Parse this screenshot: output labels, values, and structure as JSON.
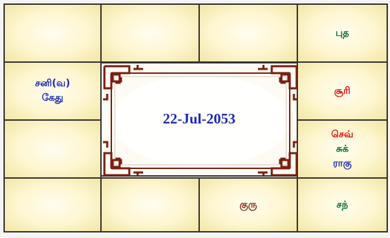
{
  "chart": {
    "date": "22-Jul-2053",
    "houses": [
      {
        "id": "h1",
        "planets": []
      },
      {
        "id": "h2",
        "planets": []
      },
      {
        "id": "h3",
        "planets": []
      },
      {
        "id": "h4",
        "planets": [
          {
            "label": "புத",
            "color": "#0d6b2e"
          }
        ]
      },
      {
        "id": "h5",
        "planets": [
          {
            "label": "சனி(வ)",
            "color": "#1d2bb6"
          },
          {
            "label": "கேது",
            "color": "#1d2bb6"
          }
        ]
      },
      {
        "id": "h6",
        "planets": [
          {
            "label": "சூரி",
            "color": "#e01010"
          }
        ]
      },
      {
        "id": "h7",
        "planets": []
      },
      {
        "id": "h8",
        "planets": [
          {
            "label": "செவ்",
            "color": "#e01010"
          },
          {
            "label": "சுக்",
            "color": "#0d6b2e"
          },
          {
            "label": "ராகு",
            "color": "#1d2bb6"
          }
        ]
      },
      {
        "id": "h9",
        "planets": []
      },
      {
        "id": "h10",
        "planets": []
      },
      {
        "id": "h11",
        "planets": [
          {
            "label": "குரு",
            "color": "#8b2a1a"
          }
        ]
      },
      {
        "id": "h12",
        "planets": [
          {
            "label": "சந்",
            "color": "#0d6b2e"
          }
        ]
      }
    ],
    "colors": {
      "blue": "#1d2bb6",
      "green": "#0d6b2e",
      "red": "#e01010",
      "maroon": "#8b2a1a",
      "frame": "#7a1f10"
    }
  }
}
